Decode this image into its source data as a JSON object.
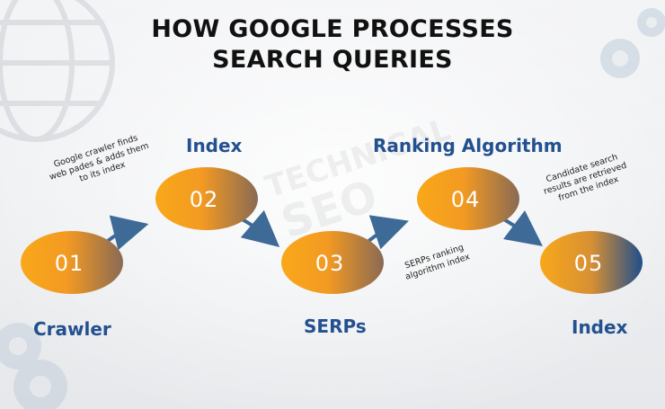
{
  "title": {
    "line1": "HOW GOOGLE PROCESSES",
    "line2": "SEARCH QUERIES"
  },
  "steps": [
    {
      "number": "01",
      "label": "Crawler"
    },
    {
      "number": "02",
      "label": "Index"
    },
    {
      "number": "03",
      "label": "SERPs"
    },
    {
      "number": "04",
      "label": "Ranking Algorithm"
    },
    {
      "number": "05",
      "label": "Index"
    }
  ],
  "notes": {
    "n1": {
      "l1": "Google crawler finds",
      "l2": "web pades & adds them",
      "l3": "to its index"
    },
    "n2": {
      "l1": "SERPs ranking",
      "l2": "algorithm index"
    },
    "n3": {
      "l1": "Candidate search",
      "l2": "results are retrieved",
      "l3": "from the index"
    }
  },
  "colors": {
    "orange": "#f7a51c",
    "navy": "#1f4e8c",
    "label": "#23508f",
    "arrow": "#3d6a97"
  }
}
